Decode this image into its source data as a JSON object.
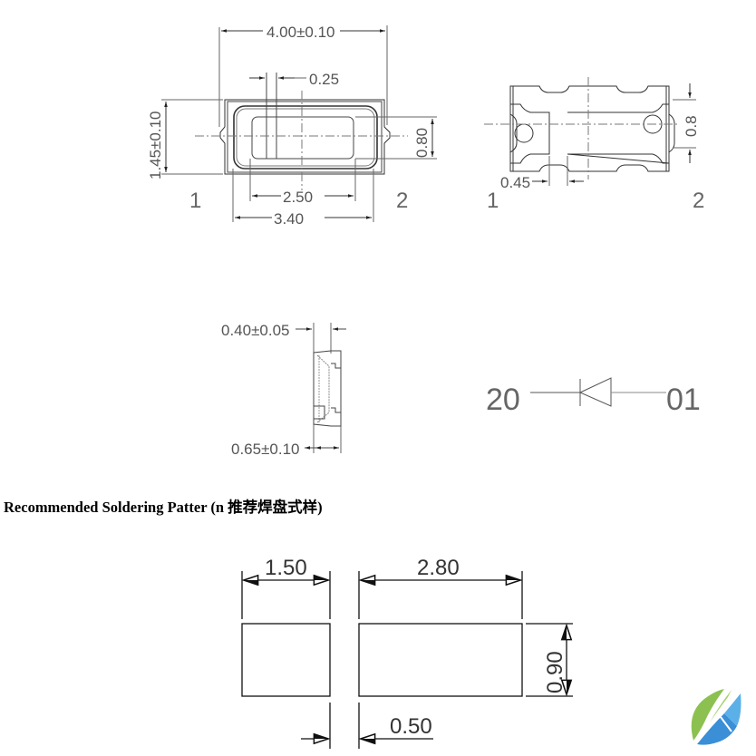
{
  "top_view": {
    "width_dim": "4.00±0.10",
    "height_dim": "1.45±0.10",
    "slot_dim": "0.25",
    "window_height_dim": "0.80",
    "inner_width_dim": "2.50",
    "outer_width_dim": "3.40",
    "pin_left": "1",
    "pin_right": "2"
  },
  "bottom_view": {
    "gap_dim": "0.45",
    "pad_height_dim": "0.8",
    "pin_left": "1",
    "pin_right": "2"
  },
  "side_view": {
    "top_dim": "0.40±0.05",
    "bottom_dim": "0.65±0.10"
  },
  "schematic": {
    "left_label": "20",
    "right_label": "01"
  },
  "soldering": {
    "title": "Recommended Soldering Patter (n 推荐焊盘式样)",
    "pad_left_width": "1.50",
    "pad_right_width": "2.80",
    "pad_height": "0.90",
    "gap": "0.50"
  },
  "logo": {
    "colors": {
      "green": "#8cc152",
      "blue": "#3a8fd6",
      "light_blue": "#5cb0e8"
    }
  }
}
